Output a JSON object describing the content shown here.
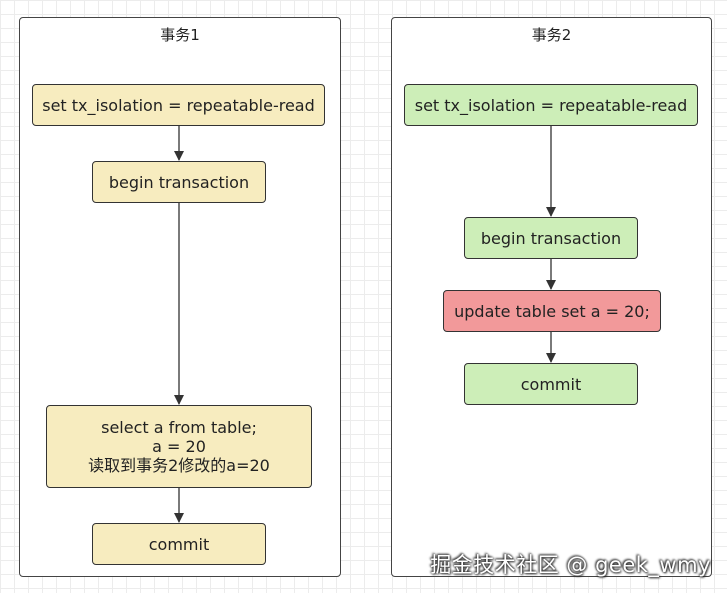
{
  "colors": {
    "tx1_fill": "#f7ecbf",
    "tx2_fill": "#cdeeb8",
    "update_fill": "#f2999a"
  },
  "lane1": {
    "title": "事务1",
    "set_isolation": "set tx_isolation = repeatable-read",
    "begin": "begin transaction",
    "select_lines": [
      "select a from table;",
      "a = 20",
      "读取到事务2修改的a=20"
    ],
    "commit": "commit"
  },
  "lane2": {
    "title": "事务2",
    "set_isolation": "set tx_isolation = repeatable-read",
    "begin": "begin transaction",
    "update": "update table set a = 20;",
    "commit": "commit"
  },
  "watermark": "掘金技术社区 @ geek_wmy"
}
